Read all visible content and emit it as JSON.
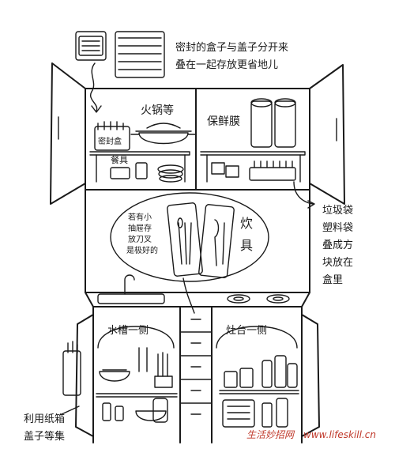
{
  "annotations": {
    "container_tip": [
      "密封的盒子与盖子分开来",
      "叠在一起存放更省地儿"
    ],
    "hotpot": "火锅等",
    "cling_film": "保鲜膜",
    "sealed_box": "密封盒",
    "tableware": "餐具",
    "drawer_tip": [
      "若有小",
      "抽屉存",
      "放刀叉",
      "是极好的"
    ],
    "cutlery": [
      "炊",
      "具"
    ],
    "bag_tip": [
      "垃圾袋",
      "塑料袋",
      "叠成方",
      "块放在",
      "盒里"
    ],
    "sink_side": "水槽一侧",
    "stove_side": "灶台一侧",
    "carton_tip": [
      "利用纸箱",
      "盖子等集"
    ]
  },
  "watermark": {
    "cn": "生活妙招网",
    "url": "www.lifeskill.cn",
    "color": "#c0392b"
  }
}
